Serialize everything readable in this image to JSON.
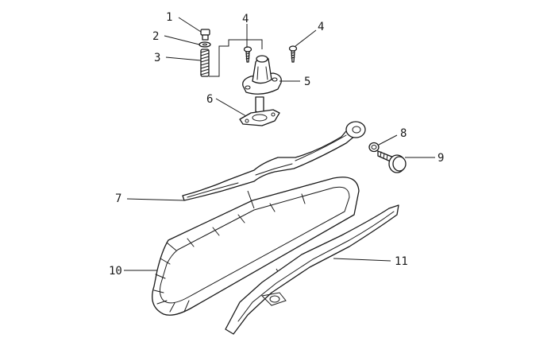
{
  "diagram": {
    "colors": {
      "ink": "#1a1a1a",
      "background": "#ffffff"
    },
    "callouts": [
      {
        "id": "c1",
        "label": "1",
        "part": "bolt"
      },
      {
        "id": "c2",
        "label": "2",
        "part": "washer"
      },
      {
        "id": "c3",
        "label": "3",
        "part": "spring"
      },
      {
        "id": "c4a",
        "label": "4",
        "part": "screw-left"
      },
      {
        "id": "c4b",
        "label": "4",
        "part": "screw-right"
      },
      {
        "id": "c5",
        "label": "5",
        "part": "tensioner-body"
      },
      {
        "id": "c6",
        "label": "6",
        "part": "gasket"
      },
      {
        "id": "c7",
        "label": "7",
        "part": "tensioner-guide"
      },
      {
        "id": "c8",
        "label": "8",
        "part": "o-ring"
      },
      {
        "id": "c9",
        "label": "9",
        "part": "pivot-bolt"
      },
      {
        "id": "c10",
        "label": "10",
        "part": "cam-chain"
      },
      {
        "id": "c11",
        "label": "11",
        "part": "chain-guide"
      }
    ]
  }
}
